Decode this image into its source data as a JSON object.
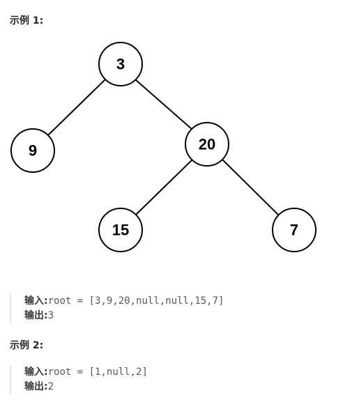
{
  "example1": {
    "title": "示例 1:",
    "tree_nodes": [
      {
        "id": "node-3",
        "value": "3"
      },
      {
        "id": "node-9",
        "value": "9"
      },
      {
        "id": "node-20",
        "value": "20"
      },
      {
        "id": "node-15",
        "value": "15"
      },
      {
        "id": "node-7",
        "value": "7"
      }
    ],
    "input_label": "输入:",
    "input_value": "root = [3,9,20,null,null,15,7]",
    "output_label": "输出:",
    "output_value": "3"
  },
  "example2": {
    "title": "示例 2:",
    "input_label": "输入:",
    "input_value": "root = [1,null,2]",
    "output_label": "输出:",
    "output_value": "2"
  }
}
